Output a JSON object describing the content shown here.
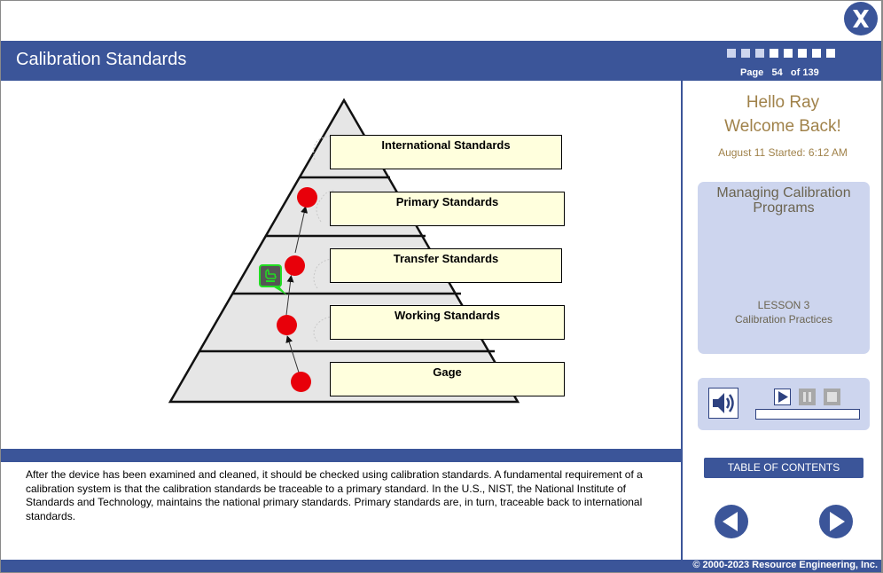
{
  "header": {
    "title": "Calibration Standards",
    "page_prefix": "Page",
    "page_current": "54",
    "page_of": "of 139",
    "progress": {
      "total": 8,
      "completed": 3
    },
    "close_icon": "close-x-icon"
  },
  "diagram": {
    "levels": [
      {
        "label": "International Standards",
        "has_marker": false
      },
      {
        "label": "Primary Standards",
        "has_marker": true
      },
      {
        "label": "Transfer Standards",
        "has_marker": true
      },
      {
        "label": "Working Standards",
        "has_marker": true
      },
      {
        "label": "Gage",
        "has_marker": true
      }
    ],
    "hand_pointer_icon": "hand-pointer-icon"
  },
  "caption": "After the device has been examined and cleaned, it should be checked using calibration standards. A fundamental requirement of a calibration system is that the calibration standards be traceable to a primary standard. In the U.S., NIST, the National Institute of Standards and Technology, maintains the national primary standards. Primary standards are, in turn, traceable back to international standards.",
  "sidebar": {
    "greeting": "Hello Ray",
    "welcome": "Welcome Back!",
    "started": "August 11 Started: 6:12 AM",
    "course_title": "Managing Calibration Programs",
    "lesson_number": "LESSON 3",
    "lesson_title": "Calibration Practices",
    "audio": {
      "speaker_icon": "speaker-icon",
      "play_icon": "play-icon",
      "pause_icon": "pause-icon",
      "stop_icon": "stop-icon"
    },
    "toc_label": "TABLE OF CONTENTS",
    "prev_icon": "arrow-left-icon",
    "next_icon": "arrow-right-icon"
  },
  "footer": {
    "copyright": "© 2000-2023 Resource Engineering, Inc."
  },
  "colors": {
    "brand_blue": "#3b5599",
    "light_blue": "#cdd5ee",
    "label_fill": "#ffffdd",
    "marker_red": "#e8000a",
    "welcome_text": "#a0824a",
    "pointer_green": "#22dd22"
  }
}
